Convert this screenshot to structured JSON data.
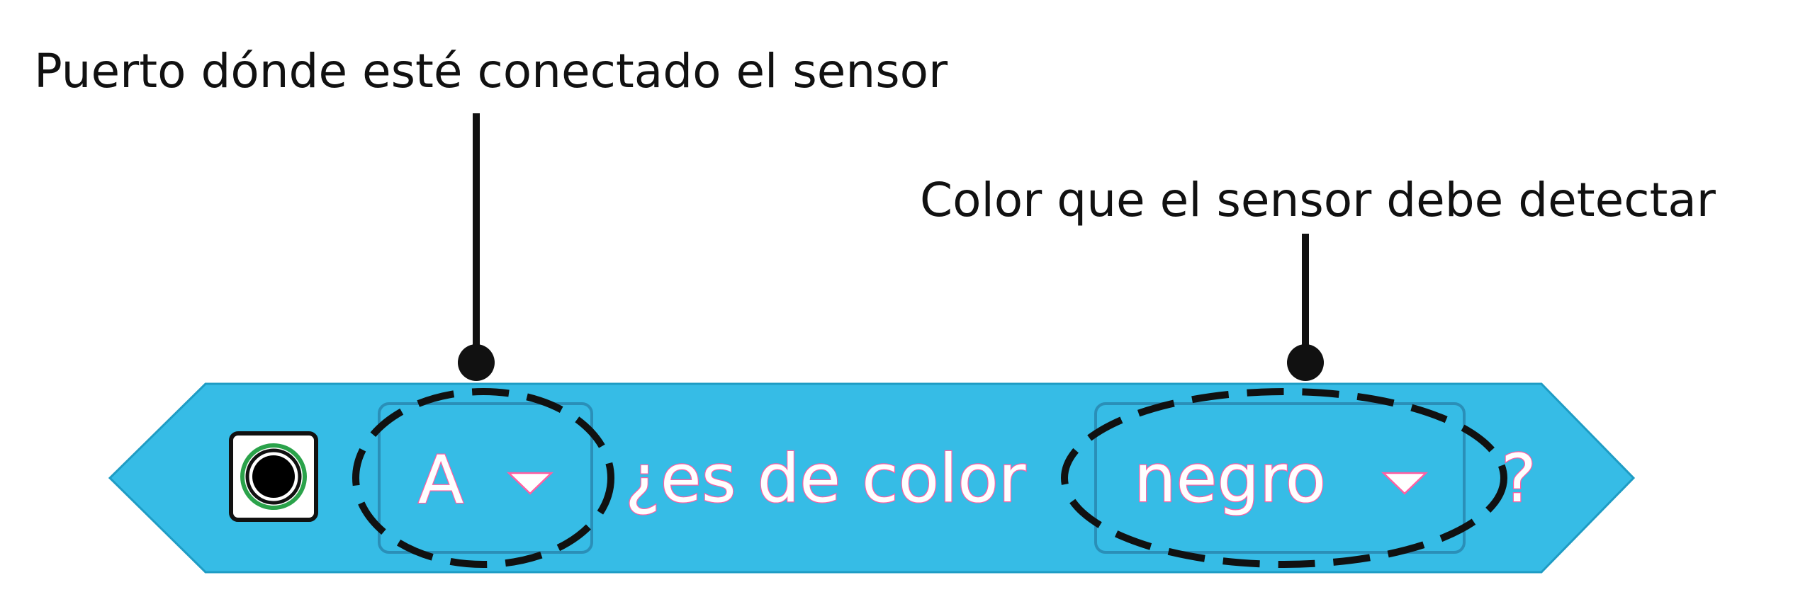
{
  "callouts": {
    "port": "Puerto dónde esté conectado el sensor",
    "color": "Color que el sensor debe detectar"
  },
  "block": {
    "port_value": "A",
    "middle_text": "¿es de color",
    "color_value": "negro",
    "end_text": "?",
    "sensor_icon": "color-sensor-icon",
    "dropdown_icon": "triangle-down-icon"
  },
  "colors": {
    "block_fill": "#36bce6",
    "block_edge": "#1f9cc4",
    "field_border": "#2a8fb8",
    "text_fill": "#ffffff",
    "text_outline": "#ff5fa2",
    "annotation": "#111111"
  }
}
